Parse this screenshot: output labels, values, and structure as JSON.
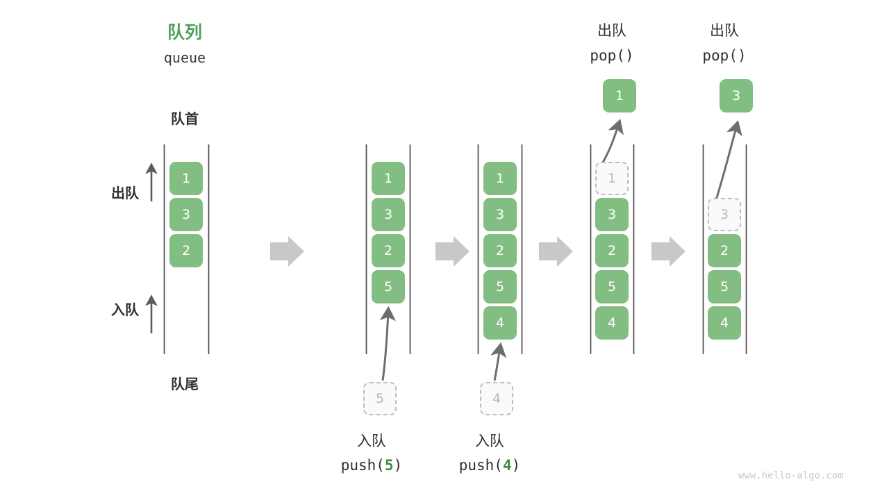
{
  "diagram": {
    "title_cn": "队列",
    "title_en": "queue",
    "head_label": "队首",
    "tail_label": "队尾",
    "dequeue_label": "出队",
    "enqueue_label": "入队",
    "watermark": "www.hello-algo.com",
    "colors": {
      "accent_green": "#82be82",
      "title_green": "#4ca25b",
      "arg_green": "#3e8e41",
      "ghost_border": "#bdbdbd",
      "ghost_fill": "#fafafa",
      "ghost_text": "#b9b9b9",
      "rail": "#4a4a4a",
      "transition_arrow": "#c8c8c8",
      "action_arrow": "#6e6e6e",
      "text": "#2f2f2f",
      "watermark": "#c9c9c9"
    }
  },
  "columns": [
    {
      "id": "initial",
      "caption_cn": "",
      "caption_code": "",
      "cells": [
        {
          "value": "1",
          "state": "filled"
        },
        {
          "value": "3",
          "state": "filled"
        },
        {
          "value": "2",
          "state": "filled"
        }
      ],
      "popped": null,
      "incoming": null
    },
    {
      "id": "push-5",
      "caption_cn": "入队",
      "caption_code": "push(5)",
      "caption_arg": "5",
      "cells": [
        {
          "value": "1",
          "state": "filled"
        },
        {
          "value": "3",
          "state": "filled"
        },
        {
          "value": "2",
          "state": "filled"
        },
        {
          "value": "5",
          "state": "filled"
        }
      ],
      "popped": null,
      "incoming": {
        "value": "5",
        "state": "ghost"
      }
    },
    {
      "id": "push-4",
      "caption_cn": "入队",
      "caption_code": "push(4)",
      "caption_arg": "4",
      "cells": [
        {
          "value": "1",
          "state": "filled"
        },
        {
          "value": "3",
          "state": "filled"
        },
        {
          "value": "2",
          "state": "filled"
        },
        {
          "value": "5",
          "state": "filled"
        },
        {
          "value": "4",
          "state": "filled"
        }
      ],
      "popped": null,
      "incoming": {
        "value": "4",
        "state": "ghost"
      }
    },
    {
      "id": "pop-1",
      "header_cn": "出队",
      "header_code": "pop()",
      "cells": [
        {
          "value": "1",
          "state": "ghost"
        },
        {
          "value": "3",
          "state": "filled"
        },
        {
          "value": "2",
          "state": "filled"
        },
        {
          "value": "5",
          "state": "filled"
        },
        {
          "value": "4",
          "state": "filled"
        }
      ],
      "popped": {
        "value": "1",
        "state": "filled"
      },
      "incoming": null
    },
    {
      "id": "pop-3",
      "header_cn": "出队",
      "header_code": "pop()",
      "cells": [
        {
          "value": "",
          "state": "empty"
        },
        {
          "value": "3",
          "state": "ghost"
        },
        {
          "value": "2",
          "state": "filled"
        },
        {
          "value": "5",
          "state": "filled"
        },
        {
          "value": "4",
          "state": "filled"
        }
      ],
      "popped": {
        "value": "3",
        "state": "filled"
      },
      "incoming": null
    }
  ],
  "transitions": [
    {
      "name": "transition-1"
    },
    {
      "name": "transition-2"
    },
    {
      "name": "transition-3"
    },
    {
      "name": "transition-4"
    }
  ]
}
